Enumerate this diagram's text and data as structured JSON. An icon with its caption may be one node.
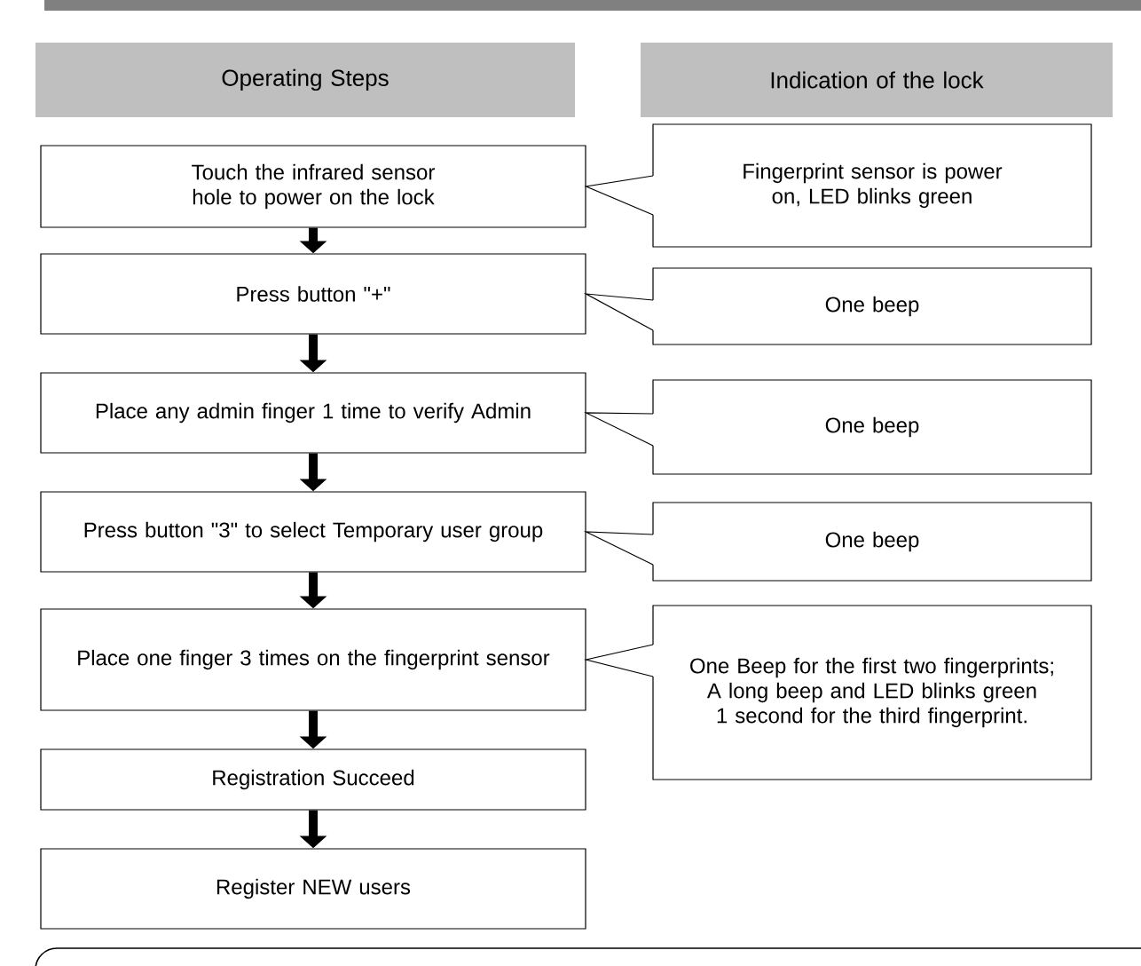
{
  "diagram": {
    "nodes": [
      {
        "text": [
          "Operating Steps"
        ]
      },
      {
        "text": [
          "Indication of the lock"
        ]
      },
      {
        "text": [
          "Touch the infrared sensor hole to power on the lock"
        ]
      },
      {
        "text": [
          "Press button  \"+\""
        ]
      },
      {
        "text": [
          "Place any admin finger 1 time to verify Admin"
        ]
      },
      {
        "text": [
          "Press button \"3\" to select Temporary user group"
        ]
      },
      {
        "text": [
          "Place one finger 3 times on the fingerprint sensor"
        ]
      },
      {
        "text": [
          "Registration Succeed"
        ]
      },
      {
        "text": [
          "Register NEW users"
        ]
      },
      {
        "text": [
          "Fingerprint sensor is power on, LED blinks green"
        ]
      },
      {
        "text": [
          "One beep"
        ]
      },
      {
        "text": [
          "One beep"
        ]
      },
      {
        "text": [
          "One beep"
        ]
      },
      {
        "text": [
          "One Beep for the first two fingerprints; A long beep and LED blinks green 1 second for the third fingerprint."
        ]
      }
    ],
    "edges": [
      {
        "from": 2,
        "to": 3,
        "arrow": "to"
      },
      {
        "from": 3,
        "to": 4,
        "arrow": "to"
      },
      {
        "from": 4,
        "to": 5,
        "arrow": "to"
      },
      {
        "from": 5,
        "to": 6,
        "arrow": "to"
      },
      {
        "from": 6,
        "to": 7,
        "arrow": "to"
      },
      {
        "from": 7,
        "to": 8,
        "arrow": "to"
      },
      {
        "from": 2,
        "to": 9,
        "arrow": "none"
      },
      {
        "from": 3,
        "to": 10,
        "arrow": "none"
      },
      {
        "from": 4,
        "to": 11,
        "arrow": "none"
      },
      {
        "from": 5,
        "to": 12,
        "arrow": "none"
      },
      {
        "from": 6,
        "to": 13,
        "arrow": "none"
      }
    ]
  }
}
